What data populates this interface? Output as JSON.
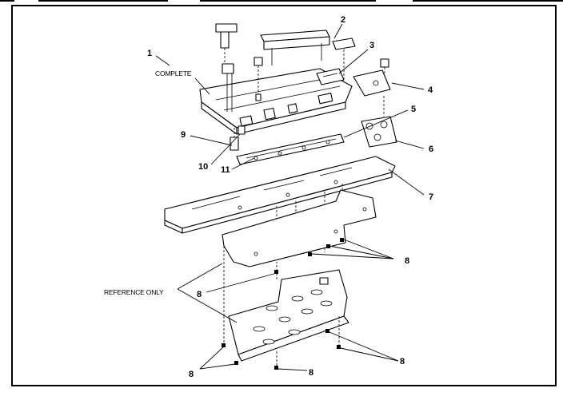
{
  "labels": {
    "complete": "COMPLETE",
    "reference_only": "REFERENCE ONLY"
  },
  "callouts": [
    "1",
    "2",
    "3",
    "4",
    "5",
    "6",
    "7",
    "8",
    "9",
    "10",
    "11"
  ]
}
